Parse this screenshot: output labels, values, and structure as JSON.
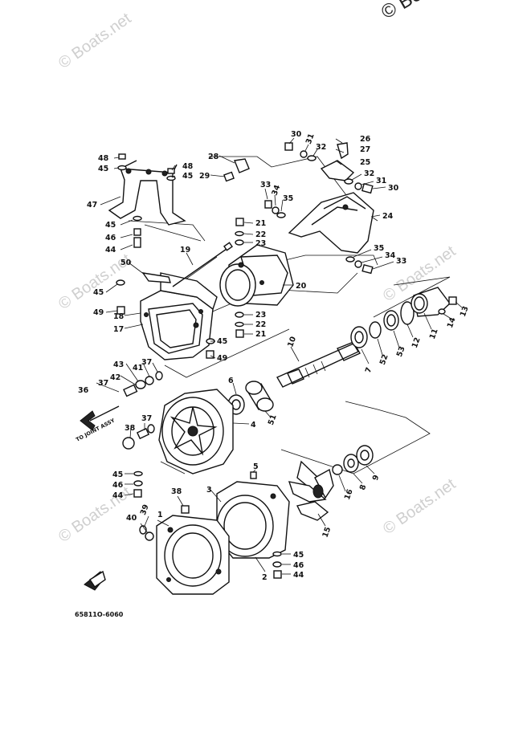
{
  "watermarks": {
    "main": "© Boats.net",
    "faint": "© Boats.net"
  },
  "diagram": {
    "code": "65811O-6060",
    "note": "TO JOINT ASSY"
  },
  "callouts": [
    {
      "id": "c1",
      "text": "1"
    },
    {
      "id": "c2",
      "text": "2"
    },
    {
      "id": "c3",
      "text": "3"
    },
    {
      "id": "c4",
      "text": "4"
    },
    {
      "id": "c5",
      "text": "5"
    },
    {
      "id": "c6",
      "text": "6"
    },
    {
      "id": "c7",
      "text": "7"
    },
    {
      "id": "c8",
      "text": "8"
    },
    {
      "id": "c9",
      "text": "9"
    },
    {
      "id": "c10",
      "text": "10"
    },
    {
      "id": "c11",
      "text": "11"
    },
    {
      "id": "c12",
      "text": "12"
    },
    {
      "id": "c13",
      "text": "13"
    },
    {
      "id": "c14",
      "text": "14"
    },
    {
      "id": "c15",
      "text": "15"
    },
    {
      "id": "c16",
      "text": "16"
    },
    {
      "id": "c17",
      "text": "17"
    },
    {
      "id": "c18",
      "text": "18"
    },
    {
      "id": "c19",
      "text": "19"
    },
    {
      "id": "c20",
      "text": "20"
    },
    {
      "id": "c21a",
      "text": "21"
    },
    {
      "id": "c21b",
      "text": "21"
    },
    {
      "id": "c22a",
      "text": "22"
    },
    {
      "id": "c22b",
      "text": "22"
    },
    {
      "id": "c23a",
      "text": "23"
    },
    {
      "id": "c23b",
      "text": "23"
    },
    {
      "id": "c24",
      "text": "24"
    },
    {
      "id": "c25",
      "text": "25"
    },
    {
      "id": "c26",
      "text": "26"
    },
    {
      "id": "c27",
      "text": "27"
    },
    {
      "id": "c28",
      "text": "28"
    },
    {
      "id": "c29",
      "text": "29"
    },
    {
      "id": "c30a",
      "text": "30"
    },
    {
      "id": "c30b",
      "text": "30"
    },
    {
      "id": "c31a",
      "text": "31"
    },
    {
      "id": "c31b",
      "text": "31"
    },
    {
      "id": "c32a",
      "text": "32"
    },
    {
      "id": "c32b",
      "text": "32"
    },
    {
      "id": "c33a",
      "text": "33"
    },
    {
      "id": "c33b",
      "text": "33"
    },
    {
      "id": "c34a",
      "text": "34"
    },
    {
      "id": "c34b",
      "text": "34"
    },
    {
      "id": "c35a",
      "text": "35"
    },
    {
      "id": "c35b",
      "text": "35"
    },
    {
      "id": "c36",
      "text": "36"
    },
    {
      "id": "c37a",
      "text": "37"
    },
    {
      "id": "c37b",
      "text": "37"
    },
    {
      "id": "c37c",
      "text": "37"
    },
    {
      "id": "c38a",
      "text": "38"
    },
    {
      "id": "c38b",
      "text": "38"
    },
    {
      "id": "c39",
      "text": "39"
    },
    {
      "id": "c40",
      "text": "40"
    },
    {
      "id": "c41",
      "text": "41"
    },
    {
      "id": "c42",
      "text": "42"
    },
    {
      "id": "c43",
      "text": "43"
    },
    {
      "id": "c44a",
      "text": "44"
    },
    {
      "id": "c44b",
      "text": "44"
    },
    {
      "id": "c44c",
      "text": "44"
    },
    {
      "id": "c45a",
      "text": "45"
    },
    {
      "id": "c45b",
      "text": "45"
    },
    {
      "id": "c45c",
      "text": "45"
    },
    {
      "id": "c45d",
      "text": "45"
    },
    {
      "id": "c45e",
      "text": "45"
    },
    {
      "id": "c45f",
      "text": "45"
    },
    {
      "id": "c45g",
      "text": "45"
    },
    {
      "id": "c46a",
      "text": "46"
    },
    {
      "id": "c46b",
      "text": "46"
    },
    {
      "id": "c46c",
      "text": "46"
    },
    {
      "id": "c47",
      "text": "47"
    },
    {
      "id": "c48a",
      "text": "48"
    },
    {
      "id": "c48b",
      "text": "48"
    },
    {
      "id": "c49a",
      "text": "49"
    },
    {
      "id": "c49b",
      "text": "49"
    },
    {
      "id": "c50",
      "text": "50"
    },
    {
      "id": "c51",
      "text": "51"
    },
    {
      "id": "c52",
      "text": "52"
    },
    {
      "id": "c53",
      "text": "53"
    }
  ]
}
